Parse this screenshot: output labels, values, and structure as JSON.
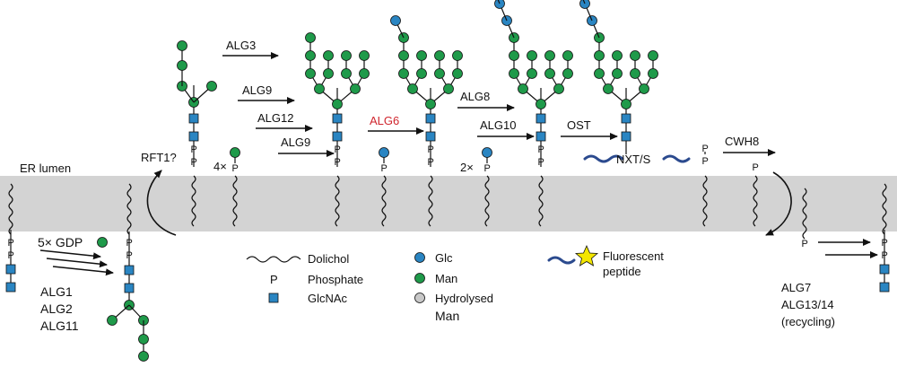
{
  "membrane": {
    "label": "ER lumen",
    "color": "#d3d3d3"
  },
  "colors": {
    "glc": "#2a85c2",
    "man": "#1f9a4a",
    "glcnac": "#2a85c2",
    "hydrolysed": "#c8c8c8",
    "highlight": "#d0262e",
    "peptide": "#2b4a8e",
    "star": "#f3e600"
  },
  "labels": {
    "gdp": "5× GDP",
    "alg1": "ALG1",
    "alg2": "ALG2",
    "alg11": "ALG11",
    "rft1": "RFT1?",
    "four_x": "4×",
    "alg3": "ALG3",
    "alg9a": "ALG9",
    "alg12": "ALG12",
    "alg9b": "ALG9",
    "alg6": "ALG6",
    "alg8": "ALG8",
    "alg10": "ALG10",
    "two_x": "2×",
    "ost": "OST",
    "nxts": "NXT/S",
    "cwh8": "CWH8",
    "alg7": "ALG7",
    "alg13": "ALG13/14",
    "recycling": "(recycling)",
    "p": "P"
  },
  "legend": {
    "dolichol": "Dolichol",
    "phosphate": "Phosphate",
    "glcnac": "GlcNAc",
    "glc": "Glc",
    "man": "Man",
    "hydrolysed_1": "Hydrolysed",
    "hydrolysed_2": "Man",
    "fluorescent_1": "Fluorescent",
    "fluorescent_2": "peptide"
  }
}
